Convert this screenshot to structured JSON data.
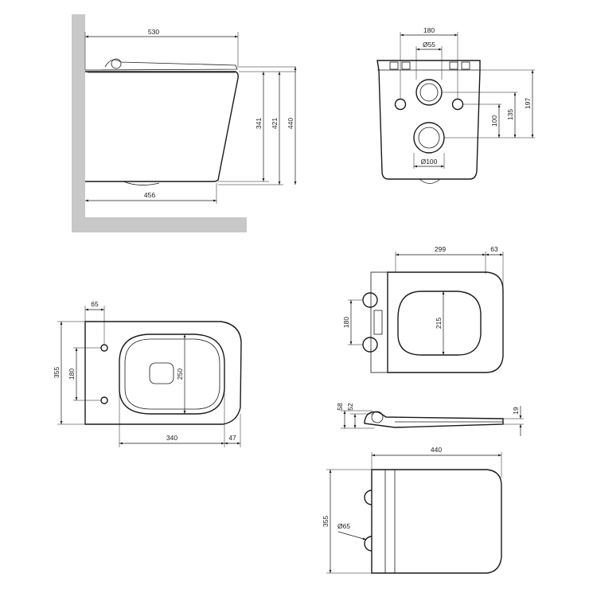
{
  "side_view": {
    "dim_length": "530",
    "dim_bowl_projection": "456",
    "dim_rim_height_1": "341",
    "dim_rim_height_2": "421",
    "dim_total_height": "440"
  },
  "rear_view": {
    "dim_bolt_spacing": "180",
    "dim_inlet_diameter": "Ø55",
    "dim_outlet_diameter": "Ø100",
    "dim_bolt_height": "100",
    "dim_inlet_height": "135",
    "dim_top_to_outlet": "197"
  },
  "top_view": {
    "dim_side_offset": "65",
    "dim_width": "355",
    "dim_bolt_spacing": "180",
    "dim_bowl_opening": "250",
    "dim_bowl_length": "340",
    "dim_front_offset": "47"
  },
  "seat_top_view": {
    "dim_seat_length": "299",
    "dim_rear_offset": "63",
    "dim_hinge_spacing": "180",
    "dim_opening": "215"
  },
  "seat_side_view": {
    "dim_hinge_height_1": "58",
    "dim_hinge_height_2": "52",
    "dim_seat_thickness": "19"
  },
  "lid_top_view": {
    "dim_lid_length": "440",
    "dim_lid_width": "355",
    "dim_hinge_diameter": "Ø65"
  },
  "colors": {
    "line": "#1a1a1a",
    "wall": "#c8c8c8",
    "background": "#ffffff"
  }
}
